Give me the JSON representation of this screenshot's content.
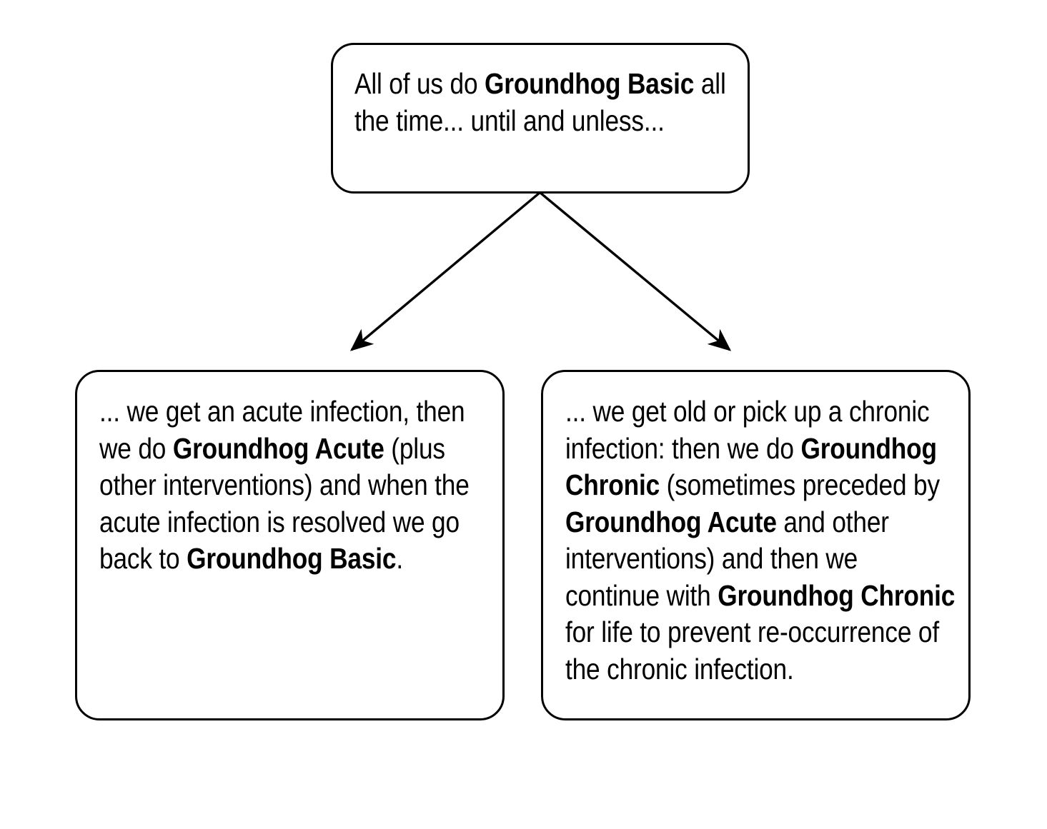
{
  "diagram": {
    "title": "Groundhog states flow diagram",
    "background_color": "#ffffff",
    "stroke_color": "#000000",
    "nodes": {
      "top": {
        "id": "groundhog-basic-premise",
        "text_runs": [
          {
            "text": "All of us do ",
            "bold": false
          },
          {
            "text": "Groundhog Basic",
            "bold": true
          },
          {
            "text": " all the time... until and unless...",
            "bold": false
          }
        ],
        "plain_text": "All of us do Groundhog Basic all the time... until and unless..."
      },
      "left": {
        "id": "groundhog-acute-branch",
        "text_runs": [
          {
            "text": "... we get an acute infection, then we do ",
            "bold": false
          },
          {
            "text": "Groundhog Acute",
            "bold": true
          },
          {
            "text": " (plus other interventions) and when the acute infection is resolved we go back to ",
            "bold": false
          },
          {
            "text": "Groundhog Basic",
            "bold": true
          },
          {
            "text": ".",
            "bold": false
          }
        ],
        "plain_text": "... we get an acute infection, then we do Groundhog Acute (plus other interventions) and when the acute infection is resolved we go back to Groundhog Basic."
      },
      "right": {
        "id": "groundhog-chronic-branch",
        "text_runs": [
          {
            "text": "... we get old or pick up a chronic infection: then we do ",
            "bold": false
          },
          {
            "text": "Groundhog Chronic",
            "bold": true
          },
          {
            "text": " (sometimes preceded by ",
            "bold": false
          },
          {
            "text": "Groundhog Acute",
            "bold": true
          },
          {
            "text": " and other interventions) and then we continue with ",
            "bold": false
          },
          {
            "text": "Groundhog Chronic",
            "bold": true
          },
          {
            "text": " for life to prevent re-occurrence of the chronic infection.",
            "bold": false
          }
        ],
        "plain_text": "... we get old or pick up a chronic infection: then we do Groundhog Chronic (sometimes preceded by Groundhog Acute and other interventions) and then we continue with Groundhog Chronic for life to prevent re-occurrence of the chronic infection."
      }
    },
    "connectors": [
      {
        "id": "arrow-to-acute",
        "from": "top",
        "to": "left",
        "direction": "down-left",
        "arrowhead": "filled-triangle"
      },
      {
        "id": "arrow-to-chronic",
        "from": "top",
        "to": "right",
        "direction": "down-right",
        "arrowhead": "filled-triangle"
      }
    ]
  }
}
